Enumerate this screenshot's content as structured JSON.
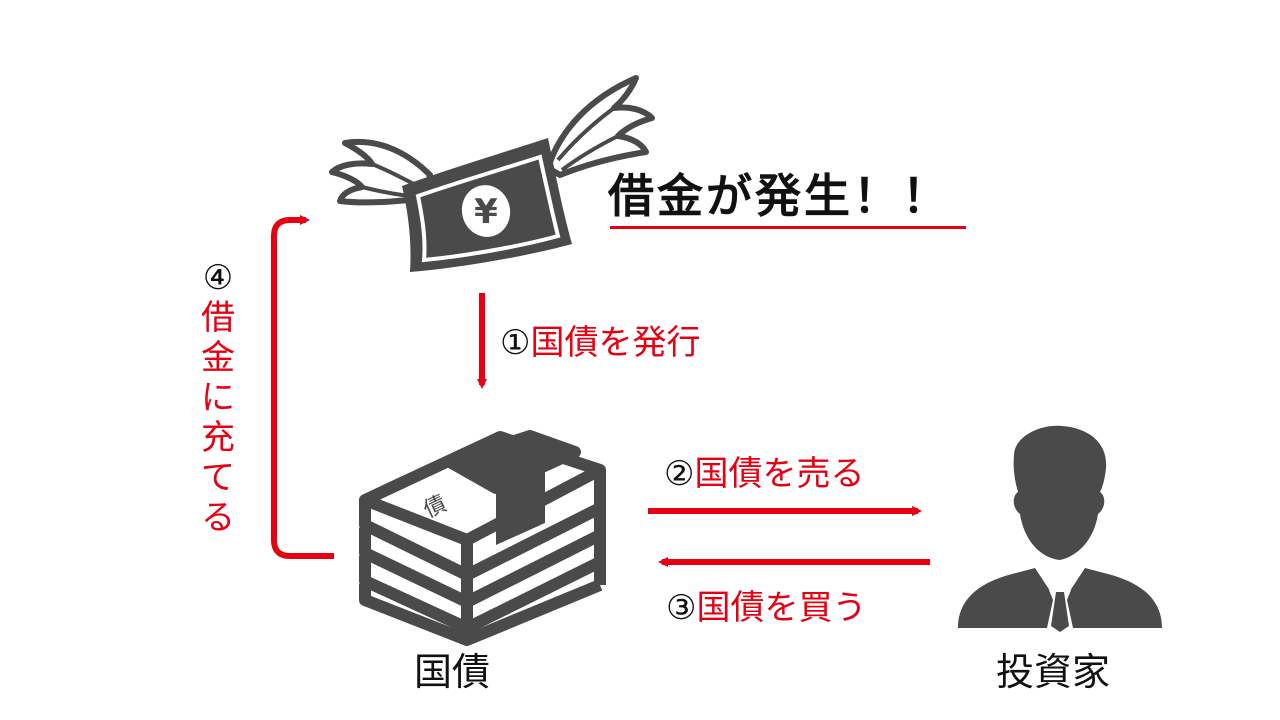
{
  "headline": "借金が発生！！",
  "steps": {
    "issue": {
      "num": "①",
      "label": "国債を発行"
    },
    "sell": {
      "num": "②",
      "label": "国債を売る"
    },
    "buy": {
      "num": "③",
      "label": "国債を買う"
    },
    "repay": {
      "num": "④",
      "chars": [
        "借",
        "金",
        "に",
        "充",
        "て",
        "る"
      ]
    }
  },
  "captions": {
    "bond": "国債",
    "investor": "投資家"
  },
  "bond_stamp": "債",
  "icons": {
    "money": "flying-money-icon",
    "bonds": "bond-stack-icon",
    "investor": "businessman-icon",
    "currency_symbol": "¥"
  },
  "colors": {
    "accent": "#e60012",
    "icon": "#4a4a4a",
    "text": "#111111"
  }
}
